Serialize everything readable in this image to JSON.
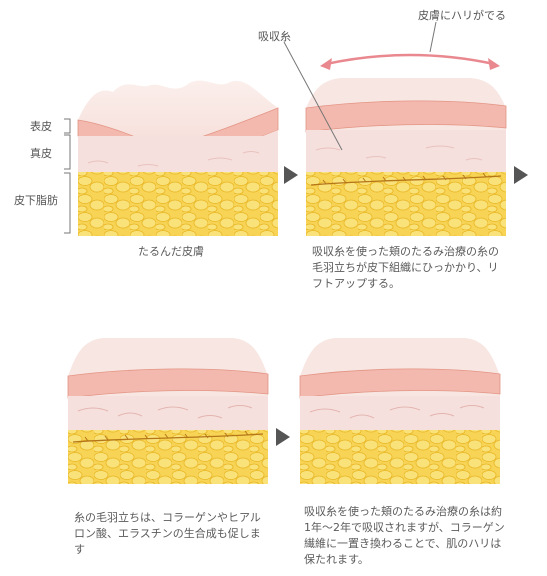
{
  "labels": {
    "epidermis": "表皮",
    "dermis": "真皮",
    "subcutaneous": "皮下脂肪",
    "absorbable_thread": "吸収糸",
    "skin_tension": "皮膚にハリがでる"
  },
  "captions": {
    "sagging": "たるんだ皮膚",
    "panel2": "吸収糸を使った頬のたるみ治療の糸の毛羽立ちが皮下組織にひっかかり、リフトアップする。",
    "panel3": "糸の毛羽立ちは、コラーゲンやヒアルロン酸、エラスチンの生合成も促します",
    "panel4": "吸収糸を使った頬のたるみ治療の糸は約1年～2年で吸収されますが、コラーゲン繊維に一置き換わることで、肌のハリは保たれます。"
  },
  "colors": {
    "epidermis_top": "#f6e4e0",
    "epidermis_line": "#e9a59a",
    "dermis": "#f4dedd",
    "fat": "#f5cf45",
    "thread": "#c07a1a",
    "tension_arrow": "#e9888f"
  }
}
